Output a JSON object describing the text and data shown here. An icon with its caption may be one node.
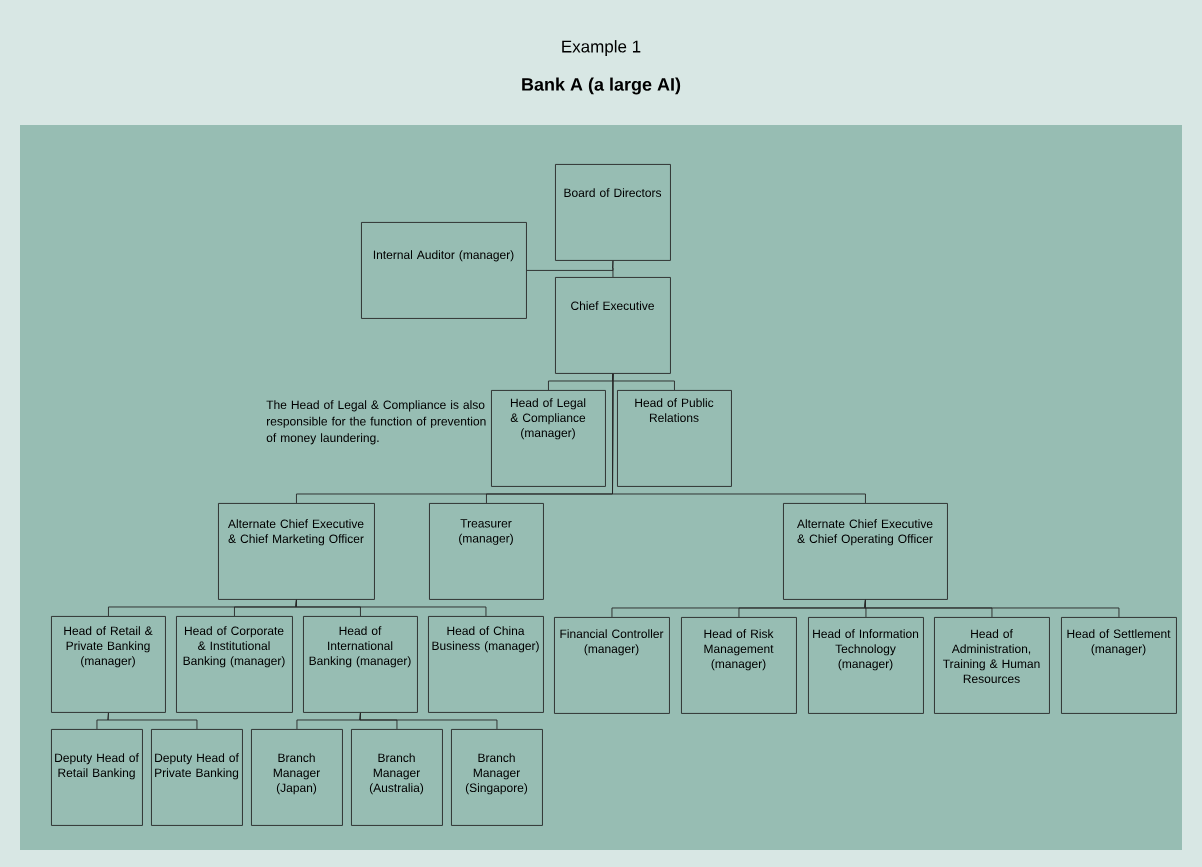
{
  "diagram": {
    "title": "Bank A (a large AI)",
    "nodes": [
      {
        "text": [
          "Board of Directors"
        ]
      },
      {
        "text": [
          "Internal Auditor (manager)"
        ]
      },
      {
        "text": [
          "Chief Executive"
        ]
      },
      {
        "text": [
          "Head of Legal & Compliance (manager)"
        ]
      },
      {
        "text": [
          "Head of Public Relations"
        ]
      },
      {
        "text": [
          "Alternate Chief Executive & Chief Marketing Officer"
        ]
      },
      {
        "text": [
          "Treasurer (manager)"
        ]
      },
      {
        "text": [
          "Alternate Chief Executive & Chief Operating Officer"
        ]
      },
      {
        "text": [
          "Head of Retail & Private Banking (manager)"
        ]
      },
      {
        "text": [
          "Head of Corporate & Institutional Banking (manager)"
        ]
      },
      {
        "text": [
          "Head of International Banking (manager)"
        ]
      },
      {
        "text": [
          "Head of China Business (manager)"
        ]
      },
      {
        "text": [
          "Financial Controller (manager)"
        ]
      },
      {
        "text": [
          "Head of Risk Management (manager)"
        ]
      },
      {
        "text": [
          "Head of Information Technology (manager)"
        ]
      },
      {
        "text": [
          "Head of Administration, Training & Human Resources"
        ]
      },
      {
        "text": [
          "Head of Settlement (manager)"
        ]
      },
      {
        "text": [
          "Deputy Head of Retail Banking"
        ]
      },
      {
        "text": [
          "Deputy Head of Private Banking"
        ]
      },
      {
        "text": [
          "Branch Manager (Japan)"
        ]
      },
      {
        "text": [
          "Branch Manager (Australia)"
        ]
      },
      {
        "text": [
          "Branch Manager (Singapore)"
        ]
      }
    ],
    "edges": [
      {
        "from": 0,
        "to": 2,
        "arrow": "none"
      },
      {
        "from": 0,
        "to": 1,
        "arrow": "none"
      },
      {
        "from": 2,
        "to": 3,
        "arrow": "none"
      },
      {
        "from": 2,
        "to": 4,
        "arrow": "none"
      },
      {
        "from": 2,
        "to": 5,
        "arrow": "none"
      },
      {
        "from": 2,
        "to": 6,
        "arrow": "none"
      },
      {
        "from": 2,
        "to": 7,
        "arrow": "none"
      },
      {
        "from": 5,
        "to": 8,
        "arrow": "none"
      },
      {
        "from": 5,
        "to": 9,
        "arrow": "none"
      },
      {
        "from": 5,
        "to": 10,
        "arrow": "none"
      },
      {
        "from": 5,
        "to": 11,
        "arrow": "none"
      },
      {
        "from": 7,
        "to": 12,
        "arrow": "none"
      },
      {
        "from": 7,
        "to": 13,
        "arrow": "none"
      },
      {
        "from": 7,
        "to": 14,
        "arrow": "none"
      },
      {
        "from": 7,
        "to": 15,
        "arrow": "none"
      },
      {
        "from": 7,
        "to": 16,
        "arrow": "none"
      },
      {
        "from": 8,
        "to": 17,
        "arrow": "none"
      },
      {
        "from": 8,
        "to": 18,
        "arrow": "none"
      },
      {
        "from": 10,
        "to": 19,
        "arrow": "none"
      },
      {
        "from": 10,
        "to": 20,
        "arrow": "none"
      },
      {
        "from": 10,
        "to": 21,
        "arrow": "none"
      }
    ],
    "labels": [
      "Example 1",
      "The Head of Legal & Compliance is also responsible for the function of prevention of money laundering."
    ]
  }
}
